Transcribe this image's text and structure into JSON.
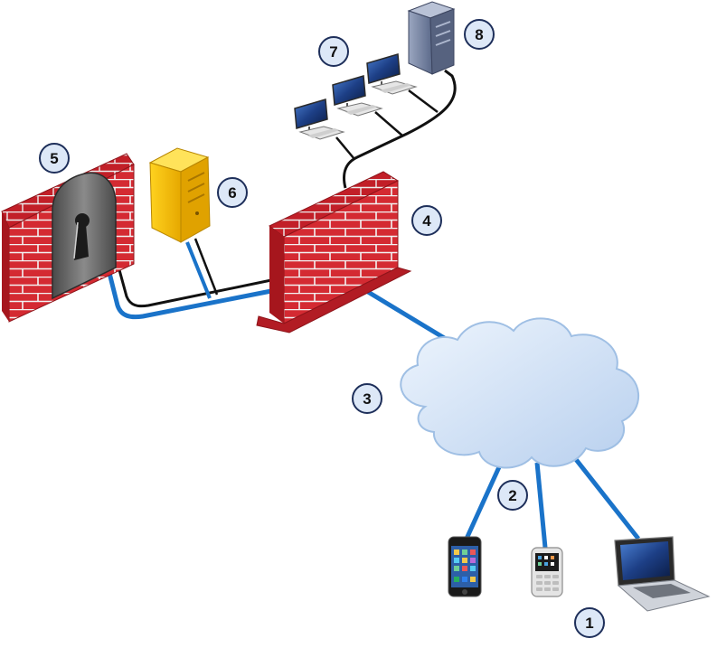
{
  "callouts": [
    "1",
    "2",
    "3",
    "4",
    "5",
    "6",
    "7",
    "8"
  ],
  "colors": {
    "link_blue": "#1a73c9",
    "cable_black": "#111111",
    "firewall_red": "#d42a32",
    "firewall_mortar": "#f2f2f2",
    "server_yellow": "#f5c400",
    "server_blue": "#7e8ba8",
    "cloud_fill": "#cfe0f5",
    "callout_fill": "#dde8f7",
    "callout_stroke": "#1e2f5a"
  },
  "icons": {
    "internal_firewall": "firewall-icon",
    "dmz_gateway": "firewall-gateway-icon",
    "dmz_server": "server-icon",
    "internet": "cloud-icon",
    "lan_server": "server-icon",
    "workstations": "desktop-computer-icon",
    "smartphone": "smartphone-icon",
    "feature_phone": "mobile-phone-icon",
    "laptop": "laptop-icon"
  }
}
